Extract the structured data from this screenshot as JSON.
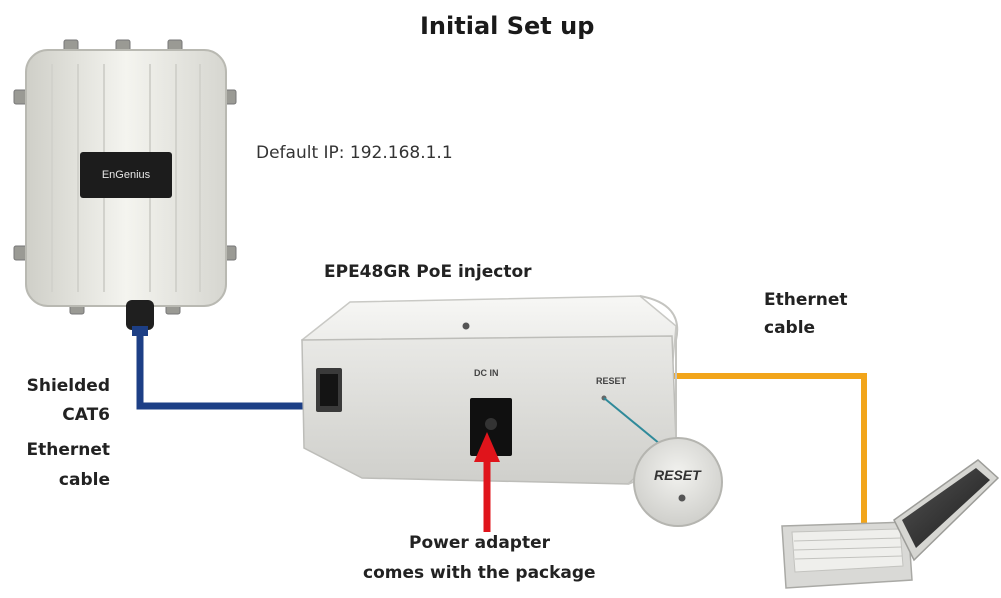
{
  "title": "Initial Set up",
  "default_ip": "Default IP: 192.168.1.1",
  "injector_label": "EPE48GR PoE injector",
  "ethernet_cable": [
    "Ethernet",
    "cable"
  ],
  "shielded_cable": [
    "Shielded",
    "CAT6",
    "Ethernet",
    "cable"
  ],
  "power_adapter": [
    "Power adapter",
    "comes with the package"
  ],
  "device": {
    "brand": "EnGenius",
    "port_label": "DC IN",
    "reset_label": "RESET",
    "reset_zoom_label": "RESET"
  },
  "colors": {
    "shielded_cable": "#1d3f86",
    "ethernet_cable": "#f2a51a",
    "power_arrow": "#e0141b",
    "reset_pointer": "#2f8a9a"
  }
}
